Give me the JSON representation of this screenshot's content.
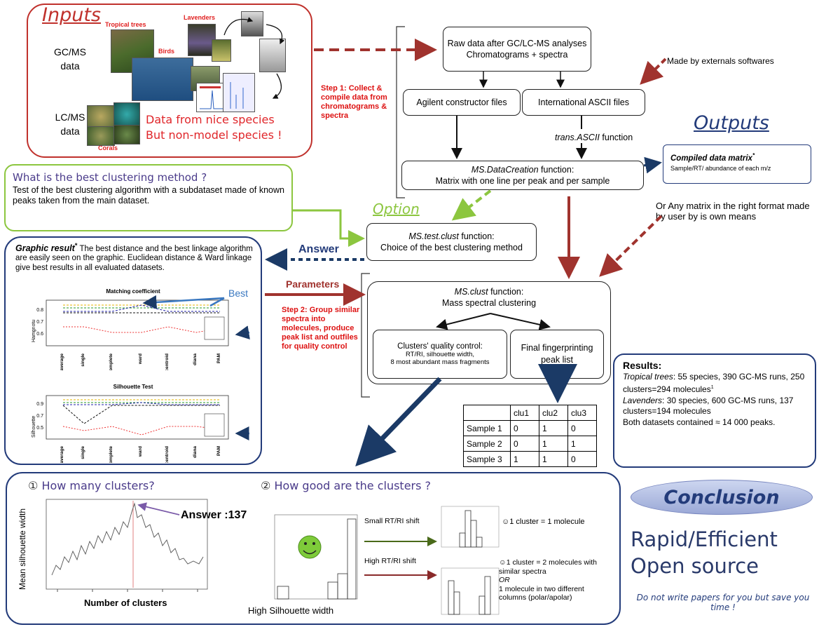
{
  "inputs": {
    "title": "Inputs",
    "gcms_label_1": "GC/MS",
    "gcms_label_2": "data",
    "lcms_label_1": "LC/MS",
    "lcms_label_2": "data",
    "photo_tropical": "Tropical trees",
    "photo_lavenders": "Lavenders",
    "photo_birds": "Birds",
    "photo_corals": "Corals",
    "note_1": "Data from nice species",
    "note_2": "But non-model species !"
  },
  "step1": "Step 1: Collect & compile data from chromatograms & spectra",
  "raw_data": {
    "line1": "Raw data after GC/LC-MS analyses",
    "line2": "Chromatograms + spectra"
  },
  "external_note": "Made by externals softwares",
  "agilent": "Agilent constructor files",
  "ascii": "International ASCII files",
  "trans_ascii": {
    "fn": "trans.ASCII",
    "rest": " function"
  },
  "datacreation": {
    "fn": "MS.DataCreation",
    "rest": " function:",
    "line2": "Matrix with one line per peak and per sample"
  },
  "outputs": {
    "title": "Outputs",
    "matrix_title": "Compiled data matrix",
    "matrix_star": "*",
    "matrix_sub": "Sample/RT/ abundance of each m/z"
  },
  "clustering_q": {
    "title": "What is the best clustering method ?",
    "body": "Test of the best clustering algorithm with a subdataset made of known peaks taken from the main dataset."
  },
  "option": "Option",
  "user_matrix": "Or Any matrix in the right format made by user by is own means",
  "testclust": {
    "fn": "MS.test.clust",
    "rest": " function:",
    "line2": "Choice of the best clustering method"
  },
  "answer": "Answer",
  "graphic": {
    "title": "Graphic result",
    "star": "*",
    "body": "The best distance and the best linkage algorithm are easily seen on the graphic. Euclidean distance & Ward linkage give best results in all evaluated datasets.",
    "best": "Best",
    "chart1_title": "Matching coefficient",
    "chart1_ylabel": "Hamgnotu",
    "chart2_title": "Silhouette Test",
    "chart2_ylabel": "Silhouette",
    "xticks": [
      "average",
      "single",
      "complete",
      "ward",
      "centroid",
      "diana",
      "PAM"
    ]
  },
  "parameters": "Parameters",
  "step2": "Step 2: Group similar spectra into molecules, produce peak list and outfiles for quality control",
  "msclust": {
    "fn": "MS.clust",
    "rest": " function:",
    "line2": "Mass spectral clustering"
  },
  "quality": {
    "line1": "Clusters' quality control:",
    "line2": "RT/RI, silhouette width,",
    "line3": "8 most abundant mass fragments"
  },
  "fingerprint": {
    "line1": "Final fingerprinting",
    "line2": "peak list"
  },
  "table": {
    "headers": [
      "",
      "clu1",
      "clu2",
      "clu3"
    ],
    "rows": [
      [
        "Sample 1",
        "0",
        "1",
        "0"
      ],
      [
        "Sample 2",
        "0",
        "1",
        "1"
      ],
      [
        "Sample 3",
        "1",
        "1",
        "0"
      ]
    ]
  },
  "results": {
    "title": "Results:",
    "trop_label": "Tropical trees",
    "trop_text": ": 55 species, 390 GC-MS runs, 250 clusters=294 molecules",
    "trop_sup": "1",
    "lav_label": "Lavenders",
    "lav_text": ": 30 species, 600 GC-MS runs, 137 clusters=194 molecules",
    "both": "Both datasets contained ≈ 14 000 peaks."
  },
  "bottom": {
    "q1_num": "①",
    "q1": "How many clusters?",
    "answer": "Answer :137",
    "ylabel": "Mean silhouette width",
    "xlabel": "Number of clusters",
    "q2_num": "②",
    "q2": "How good are the clusters ?",
    "small_shift": "Small RT/RI shift",
    "high_shift": "High RT/RI shift",
    "one_mol": "☺1 cluster = 1 molecule",
    "two_mol": "☺1 cluster = 2 molecules with similar spectra",
    "or": "OR",
    "one_mol_two_col": "1 molecule in two different columns (polar/apolar)",
    "high_sil": "High Silhouette width"
  },
  "conclusion": {
    "title": "Conclusion",
    "line1": "Rapid/Efficient",
    "line2": "Open source",
    "note": "Do not write papers for you but save you time !"
  },
  "colors": {
    "brown_arrow": "#a0332e",
    "navy_arrow": "#1b3a66",
    "green": "#8cc63f",
    "purple": "#4a3b8a"
  }
}
